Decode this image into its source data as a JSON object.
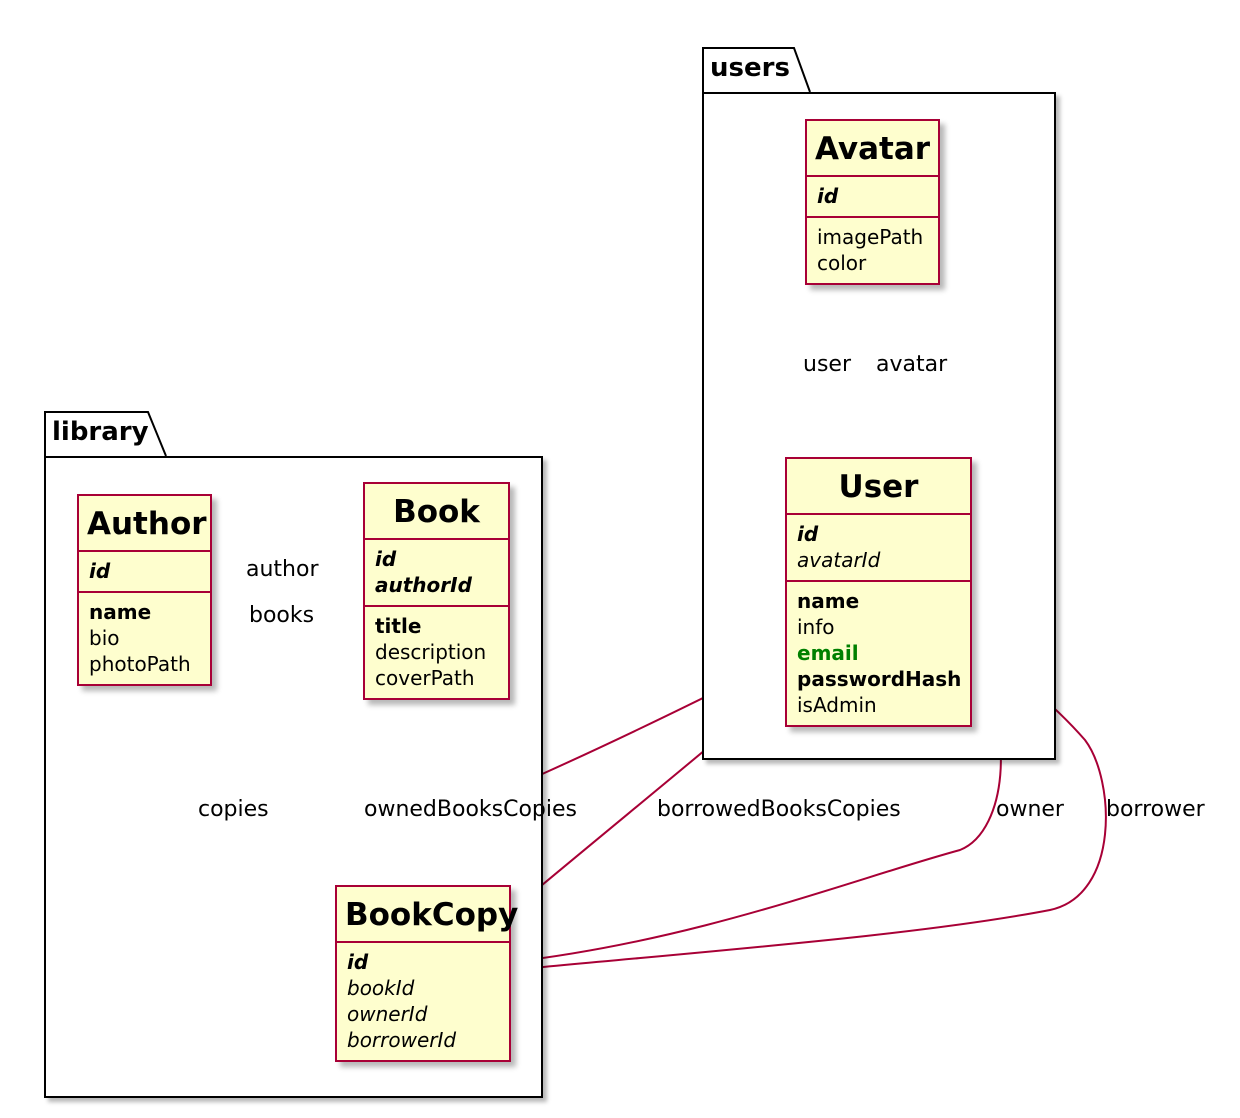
{
  "packages": {
    "users": {
      "name": "users"
    },
    "library": {
      "name": "library"
    }
  },
  "classes": {
    "avatar": {
      "name": "Avatar",
      "keys": [
        {
          "text": "id",
          "kind": "pk"
        }
      ],
      "fields": [
        {
          "text": "imagePath",
          "kind": "plain"
        },
        {
          "text": "color",
          "kind": "plain"
        }
      ]
    },
    "user": {
      "name": "User",
      "keys": [
        {
          "text": "id",
          "kind": "pk"
        },
        {
          "text": "avatarId",
          "kind": "fk"
        }
      ],
      "fields": [
        {
          "text": "name",
          "kind": "req"
        },
        {
          "text": "info",
          "kind": "plain"
        },
        {
          "text": "email",
          "kind": "uniq"
        },
        {
          "text": "passwordHash",
          "kind": "req"
        },
        {
          "text": "isAdmin",
          "kind": "plain"
        }
      ]
    },
    "author": {
      "name": "Author",
      "keys": [
        {
          "text": "id",
          "kind": "pk"
        }
      ],
      "fields": [
        {
          "text": "name",
          "kind": "req"
        },
        {
          "text": "bio",
          "kind": "plain"
        },
        {
          "text": "photoPath",
          "kind": "plain"
        }
      ]
    },
    "book": {
      "name": "Book",
      "keys": [
        {
          "text": "id",
          "kind": "pk"
        },
        {
          "text": "authorId",
          "kind": "pk"
        }
      ],
      "fields": [
        {
          "text": "title",
          "kind": "req"
        },
        {
          "text": "description",
          "kind": "plain"
        },
        {
          "text": "coverPath",
          "kind": "plain"
        }
      ]
    },
    "bookcopy": {
      "name": "BookCopy",
      "keys": [
        {
          "text": "id",
          "kind": "pk"
        },
        {
          "text": "bookId",
          "kind": "fk"
        },
        {
          "text": "ownerId",
          "kind": "fk"
        },
        {
          "text": "borrowerId",
          "kind": "fk"
        }
      ],
      "fields": []
    }
  },
  "relations": {
    "user": "user",
    "avatar": "avatar",
    "author": "author",
    "books": "books",
    "copies": "copies",
    "ownedBooksCopies": "ownedBooksCopies",
    "borrowedBooksCopies": "borrowedBooksCopies",
    "owner": "owner",
    "borrower": "borrower"
  },
  "colors": {
    "class_fill": "#FEFECE",
    "class_border": "#A80036",
    "arrow": "#A80036",
    "unique_field": "#008000"
  }
}
